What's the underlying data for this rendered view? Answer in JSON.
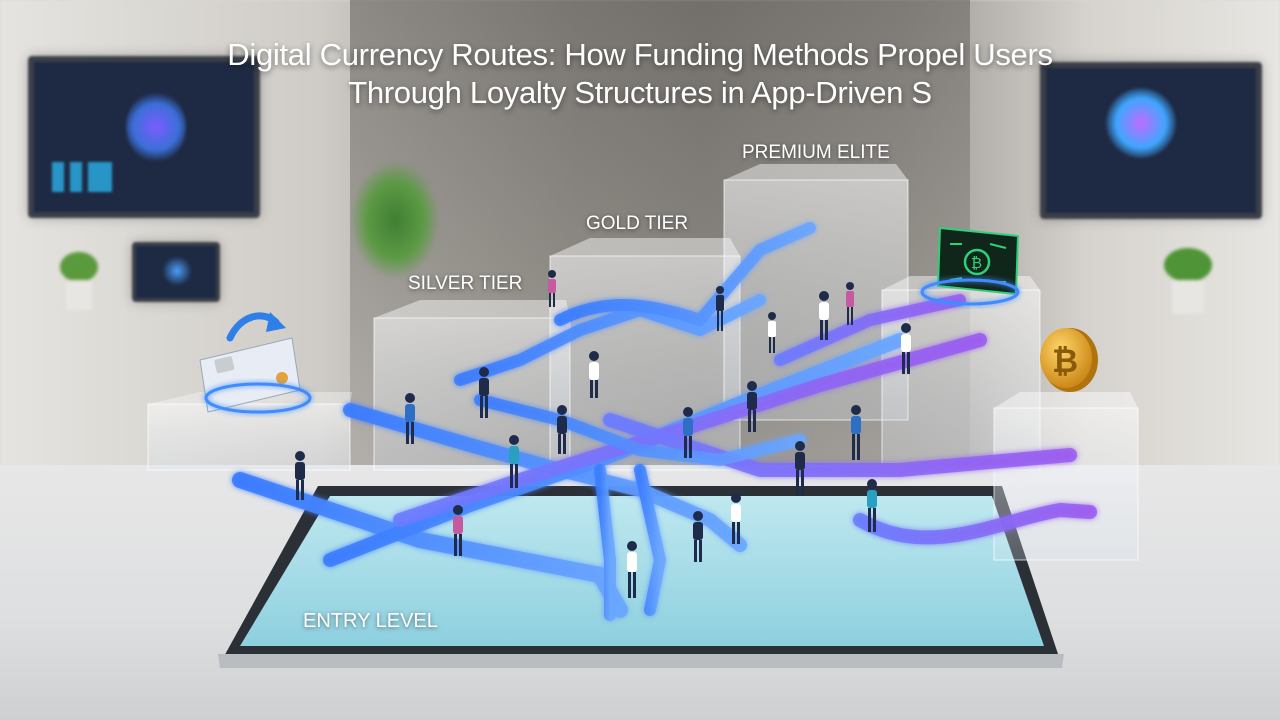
{
  "header": {
    "title_line1": "Digital Currency Routes: How Funding Methods Propel Users",
    "title_line2": "Through Loyalty Structures in App-Driven S"
  },
  "tiers": {
    "entry": "ENTRY LEVEL",
    "silver": "SILVER TIER",
    "gold": "GOLD TIER",
    "premium": "PREMIUM ELITE"
  },
  "icons": {
    "credit_card": "credit-card-icon",
    "crypto_card": "crypto-card-icon",
    "bitcoin_coin": "bitcoin-coin-icon",
    "arrow": "curved-arrow-icon"
  },
  "colors": {
    "path_blue": "#4a8dff",
    "path_purple": "#8a5cf0",
    "tablet_screen": "#9fd6e3",
    "coin_gold": "#e0a52a",
    "crypto_green": "#2ed07a"
  }
}
